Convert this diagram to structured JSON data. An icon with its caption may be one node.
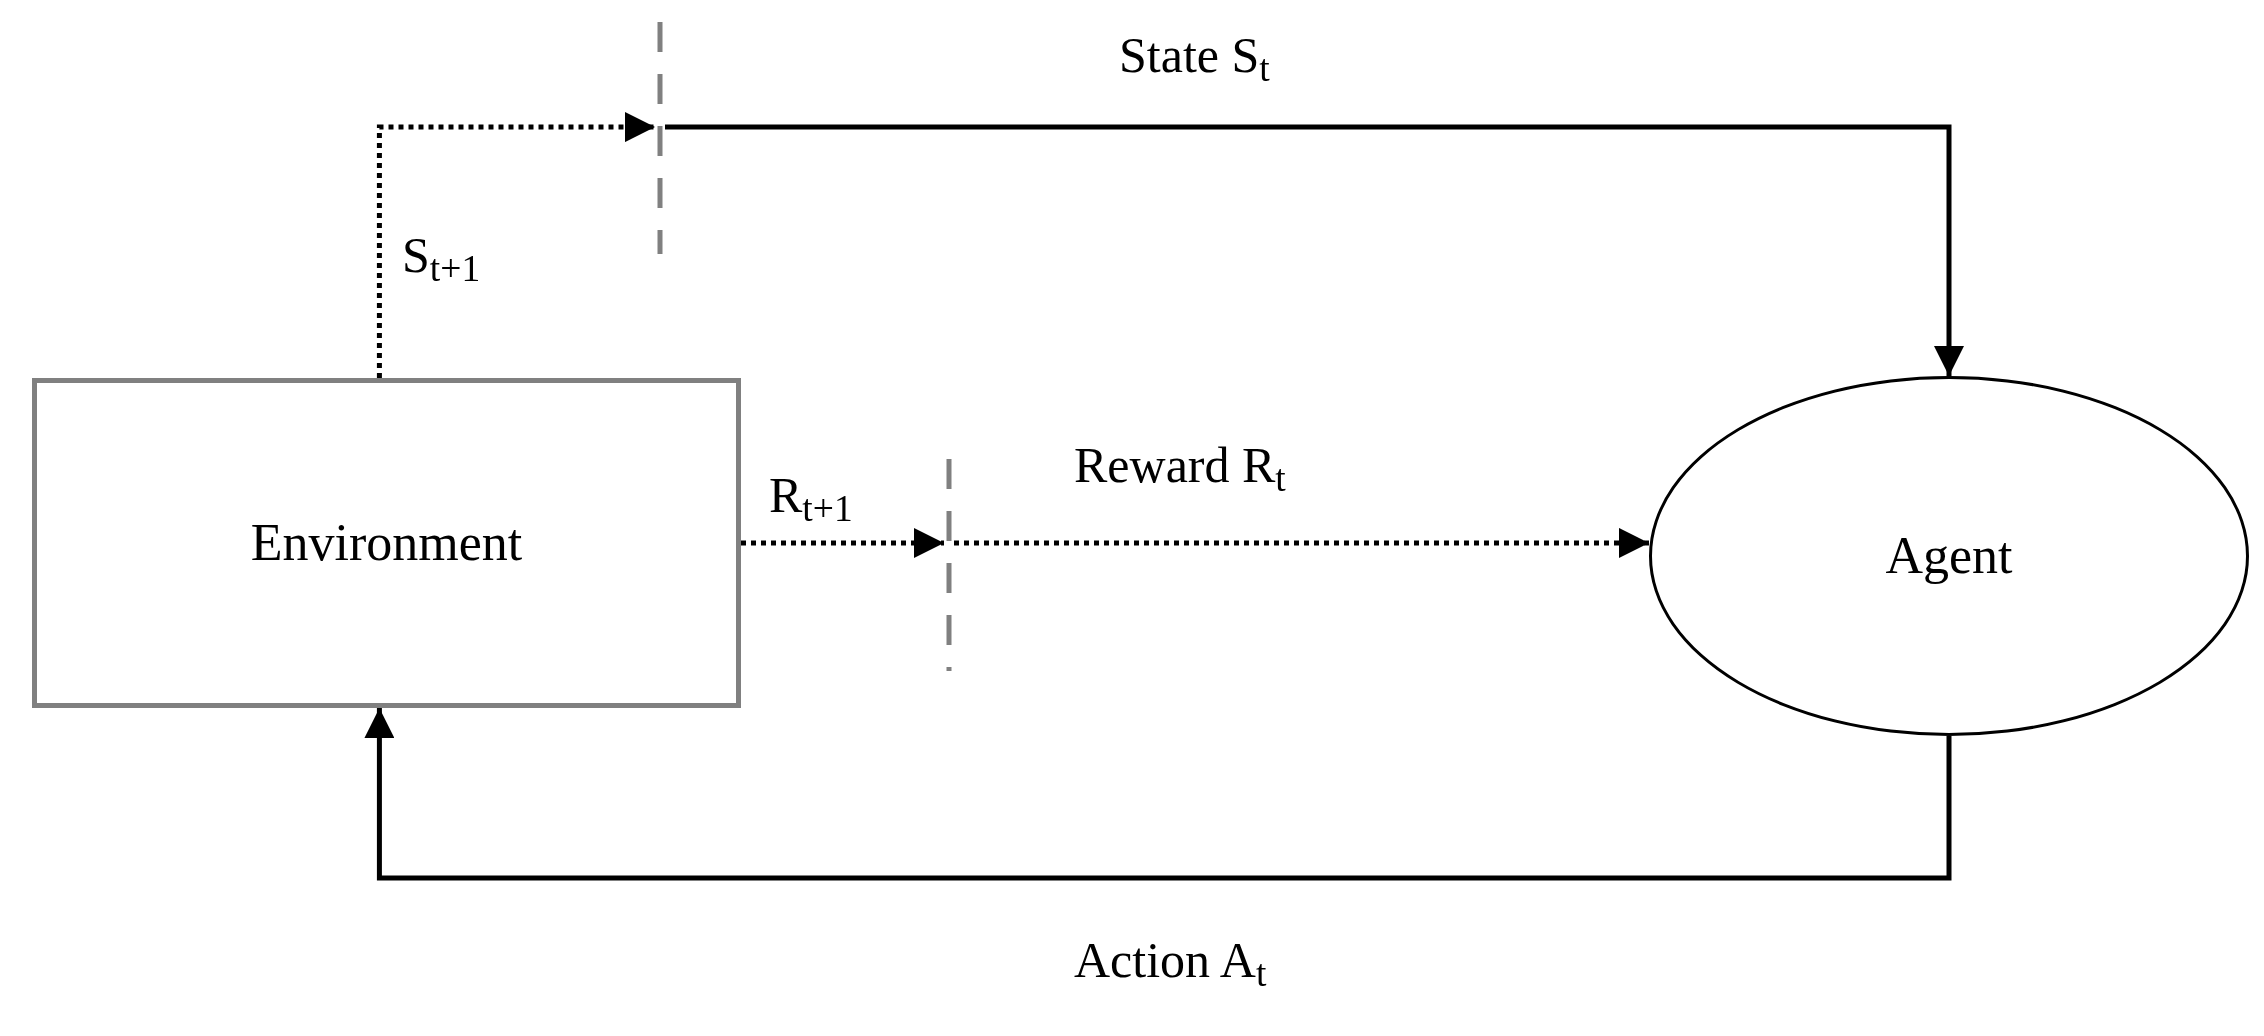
{
  "diagram": {
    "nodes": [
      {
        "text": [
          "Environment"
        ]
      },
      {
        "text": [
          "Agent"
        ]
      },
      {
        "text": [],
        "shape": "bar"
      },
      {
        "text": [],
        "shape": "bar"
      }
    ],
    "edges": [
      {
        "from": 0,
        "to": 2,
        "arrow": "to",
        "label": "S$_{t+1}$",
        "style": "dashed"
      },
      {
        "from": 2,
        "to": 1,
        "arrow": "to",
        "label": "State S$_{t}$"
      },
      {
        "from": 0,
        "to": 3,
        "arrow": "to",
        "label": "R$_{t+1}$",
        "style": "dashed"
      },
      {
        "from": 3,
        "to": 1,
        "arrow": "to",
        "label": "Reward R$_{t}$",
        "style": "dashed"
      },
      {
        "from": 1,
        "to": 0,
        "arrow": "to",
        "label": "Action A$_{t}$"
      }
    ]
  }
}
